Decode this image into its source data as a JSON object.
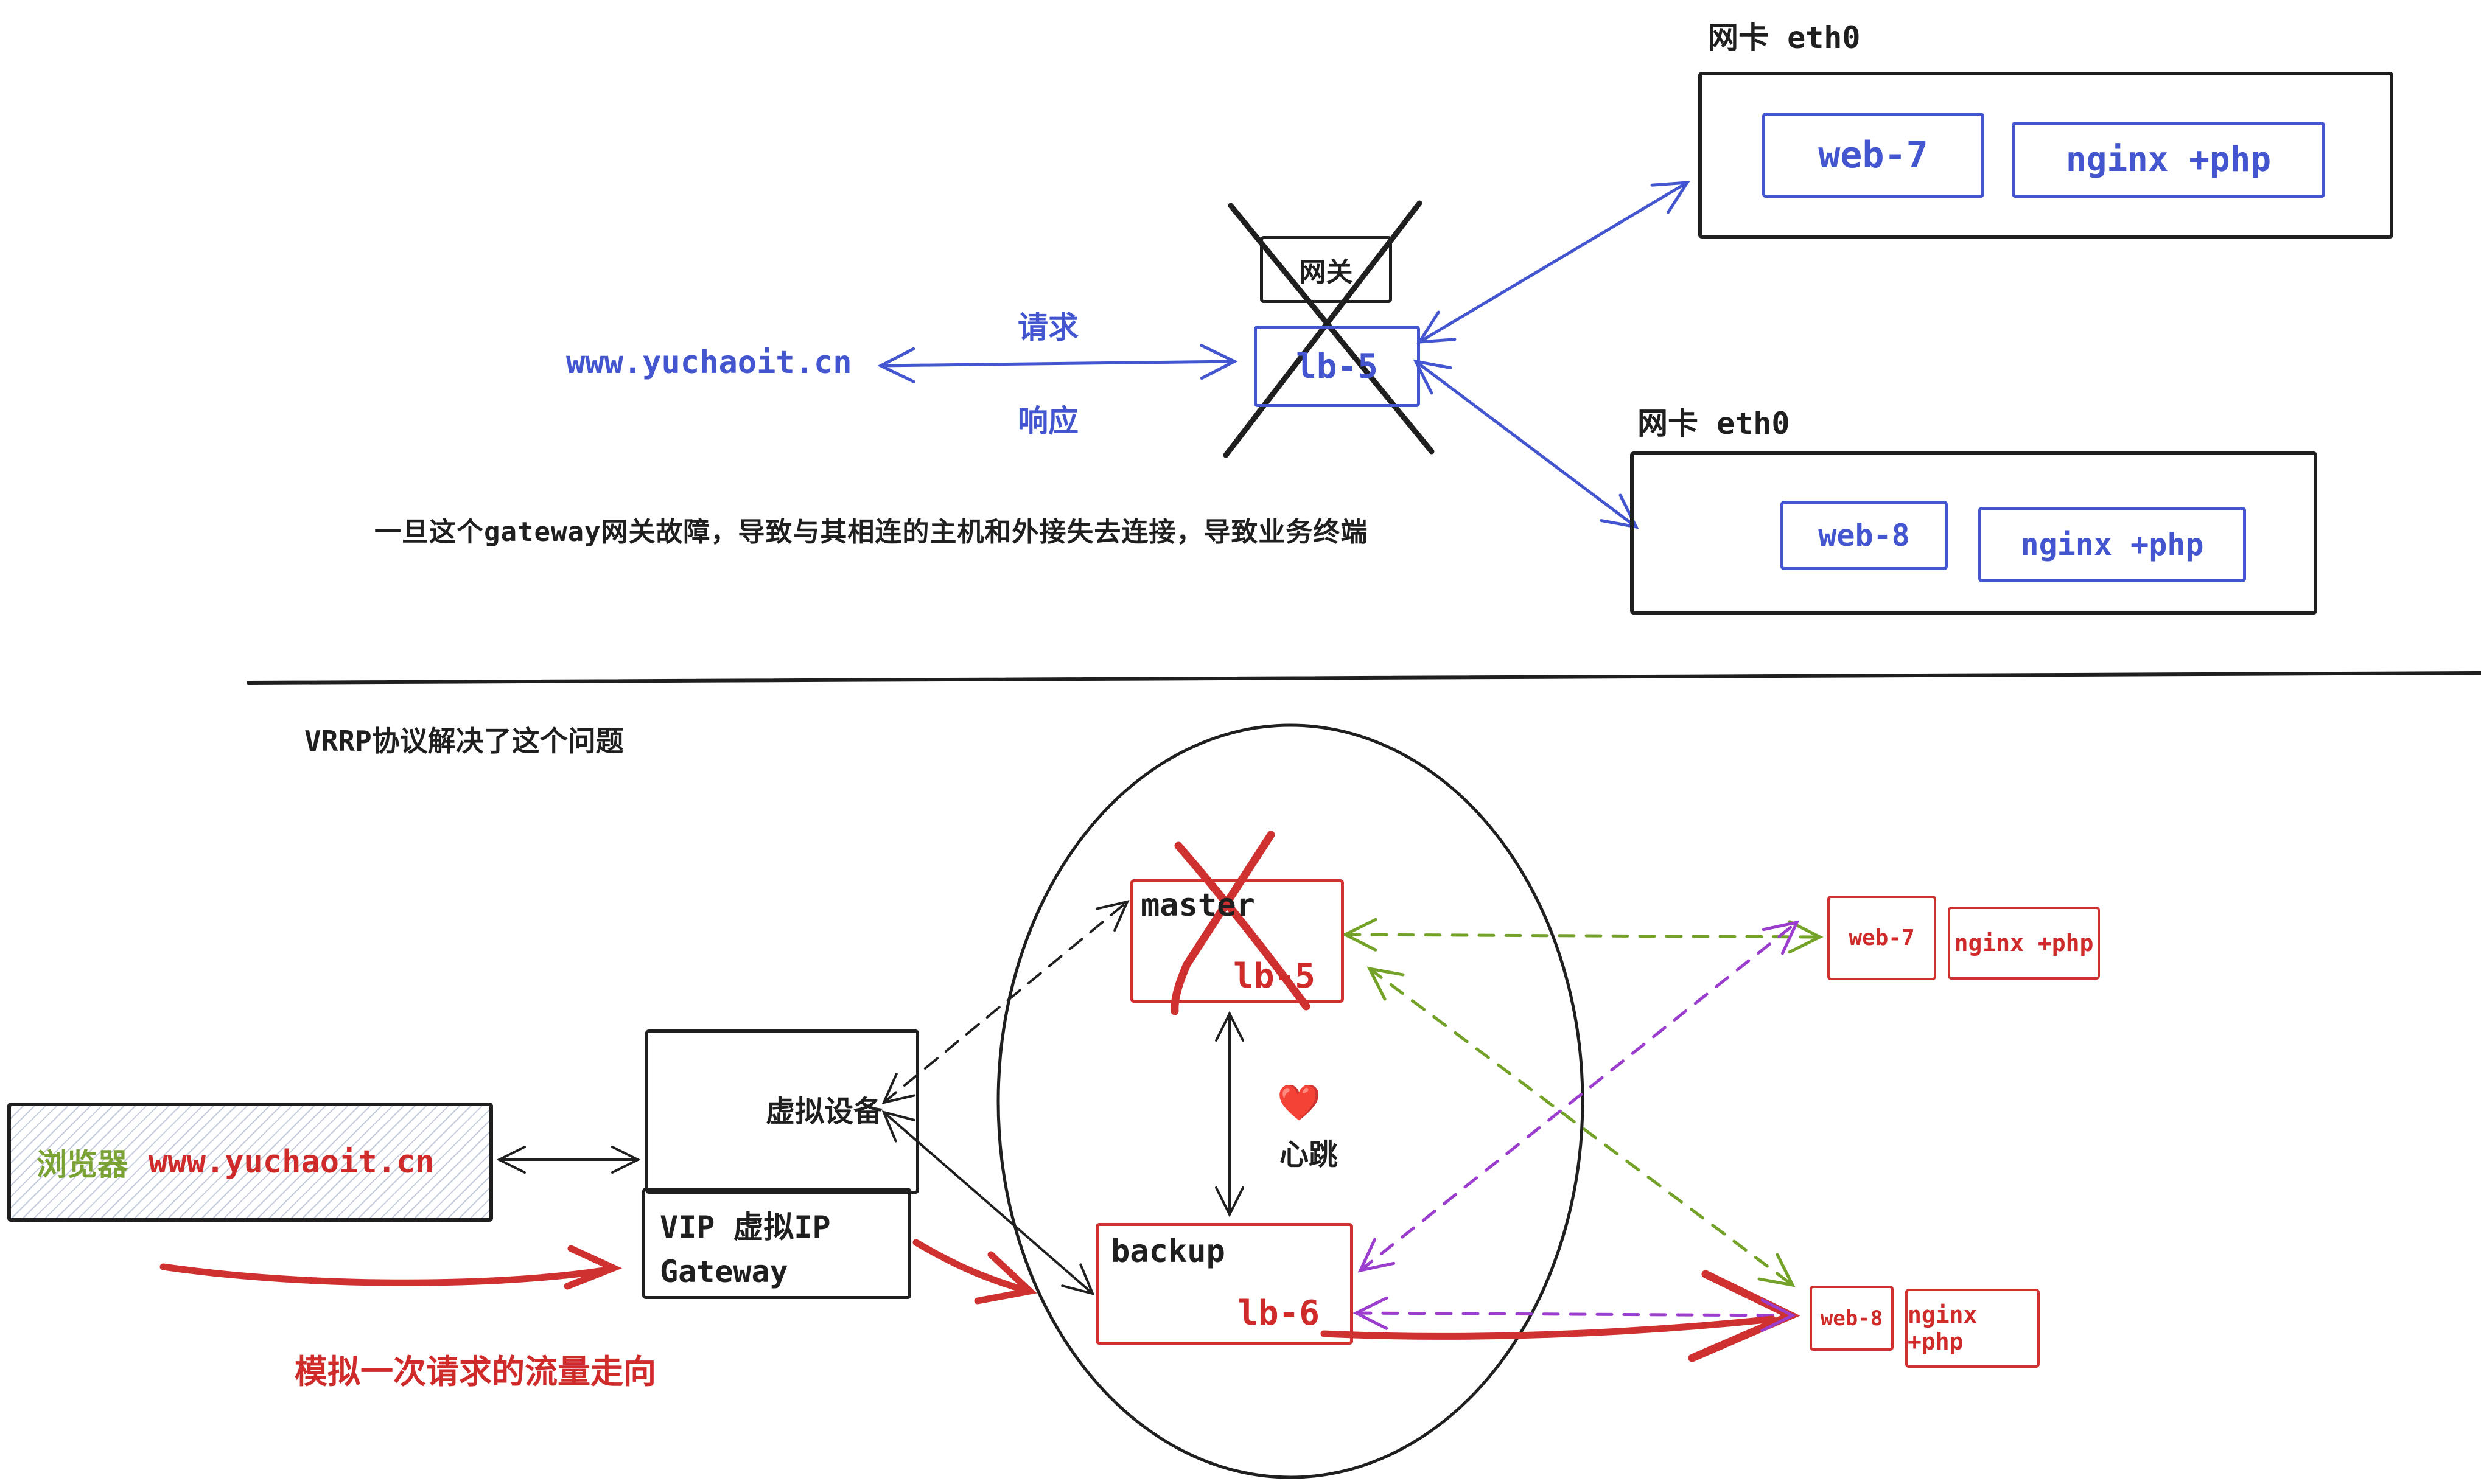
{
  "colors": {
    "ink": "#1f1f1f",
    "blue": "#4356cf",
    "red": "#cf3030",
    "green_arrow": "#74a229",
    "green_text": "#7aa234",
    "purple": "#9b3dcd"
  },
  "top": {
    "client_url": "www.yuchaoit.cn",
    "request_label": "请求",
    "response_label": "响应",
    "gateway_label": "网关",
    "lb_host": "lb-5",
    "nic_label_1": "网卡 eth0",
    "nic_label_2": "网卡 eth0",
    "web7": {
      "host": "web-7",
      "stack": "nginx +php"
    },
    "web8": {
      "host": "web-8",
      "stack": "nginx +php"
    },
    "failure_note": "一旦这个gateway网关故障，导致与其相连的主机和外接失去连接，导致业务终端"
  },
  "bottom": {
    "section_title": "VRRP协议解决了这个问题",
    "browser_label": "浏览器",
    "browser_url": "www.yuchaoit.cn",
    "virtual_device_label": "虚拟设备",
    "vip_line1": "VIP 虚拟IP",
    "vip_line2": "Gateway",
    "master_role": "master",
    "master_host": "lb-5",
    "backup_role": "backup",
    "backup_host": "lb-6",
    "heartbeat_icon": "❤️",
    "heartbeat_label": "心跳",
    "web7": {
      "host": "web-7",
      "stack": "nginx +php"
    },
    "web8": {
      "host": "web-8",
      "stack": "nginx +php"
    },
    "flow_note": "模拟一次请求的流量走向"
  }
}
